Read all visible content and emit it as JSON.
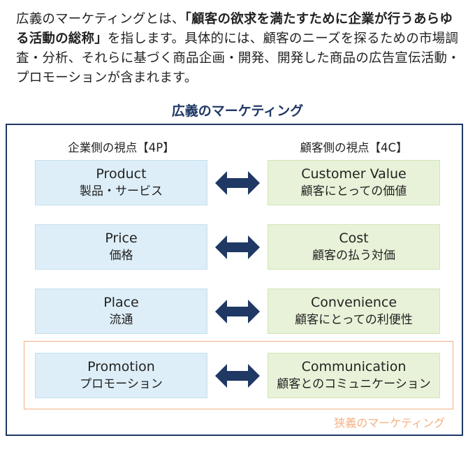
{
  "intro": {
    "before": "広義のマーケティングとは、",
    "emphasis": "「顧客の欲求を満たすために企業が行うあらゆる活動の総称」",
    "after": "を指します。具体的には、顧客のニーズを探るための市場調査・分析、それらに基づく商品企画・開発、開発した商品の広告宣伝活動・プロモーションが含まれます。"
  },
  "diagram": {
    "title": "広義のマーケティング",
    "left_header": "企業側の視点【4P】",
    "right_header": "顧客側の視点【4C】",
    "rows": [
      {
        "p_en": "Product",
        "p_ja": "製品・サービス",
        "c_en": "Customer Value",
        "c_ja": "顧客にとっての価値"
      },
      {
        "p_en": "Price",
        "p_ja": "価格",
        "c_en": "Cost",
        "c_ja": "顧客の払う対価"
      },
      {
        "p_en": "Place",
        "p_ja": "流通",
        "c_en": "Convenience",
        "c_ja": "顧客にとっての利便性"
      },
      {
        "p_en": "Promotion",
        "p_ja": "プロモーション",
        "c_en": "Communication",
        "c_ja": "顧客とのコミュニケーション"
      }
    ],
    "narrow_label": "狭義のマーケティング",
    "colors": {
      "frame": "#1f3864",
      "arrow": "#1f3864",
      "p_box": "#ddeef8",
      "c_box": "#e8f2d8",
      "narrow": "#f4b183"
    }
  }
}
